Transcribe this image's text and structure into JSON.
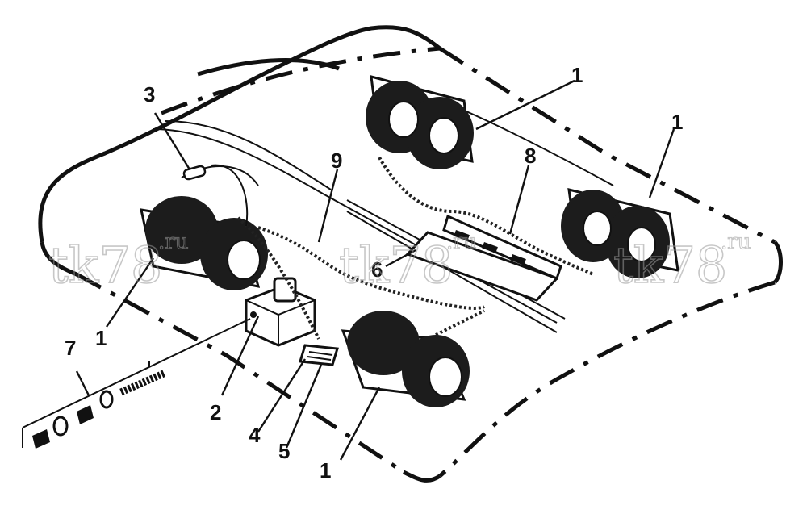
{
  "watermark": {
    "site": "tk78",
    "domain": ".ru"
  },
  "callouts": {
    "blower_top_center": "1",
    "blower_top_right": "1",
    "blower_left": "1",
    "blower_bottom": "1",
    "relay_box": "2",
    "sensor": "3",
    "connector_4": "4",
    "connector_5": "5",
    "rail_6": "6",
    "hardware_kit": "7",
    "control_board": "8",
    "wire_harness": "9"
  },
  "colors": {
    "line": "#111111",
    "watermark": "#9a9a9a",
    "background": "#ffffff"
  }
}
